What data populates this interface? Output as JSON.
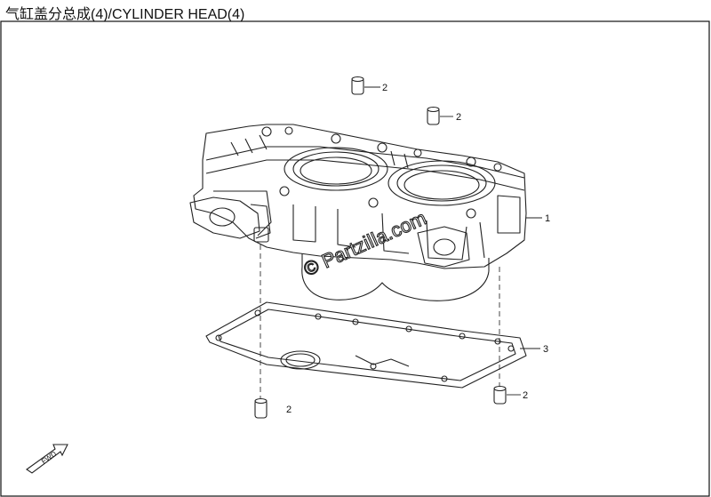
{
  "title": "气缸盖分总成(4)/CYLINDER HEAD(4)",
  "callouts": {
    "cylinder_head": "1",
    "dowel_top_left": "2",
    "dowel_top_right": "2",
    "dowel_bottom_left": "2",
    "dowel_bottom_right": "2",
    "gasket": "3"
  },
  "watermark": "© Partzilla.com",
  "fwd_label": "FWD"
}
